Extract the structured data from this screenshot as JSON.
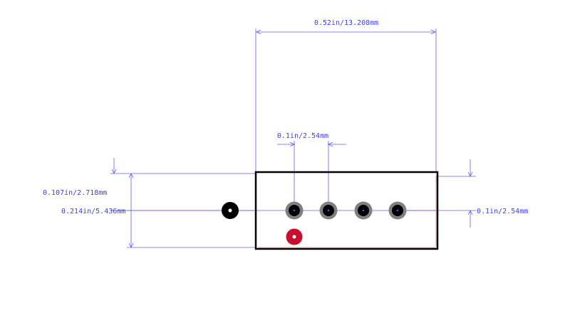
{
  "dimensions": {
    "overall_width": "0.52in/13.208mm",
    "pitch": "0.1in/2.54mm",
    "half_height": "0.107in/2.718mm",
    "overall_height": "0.214in/5.436mm",
    "right_pitch": "0.1in/2.54mm"
  },
  "colors": {
    "dimension": "#5b5bff",
    "outline": "#000000",
    "pad_ring": "#808080",
    "pin1_marker": "#c8102e",
    "drill": "#000000"
  }
}
